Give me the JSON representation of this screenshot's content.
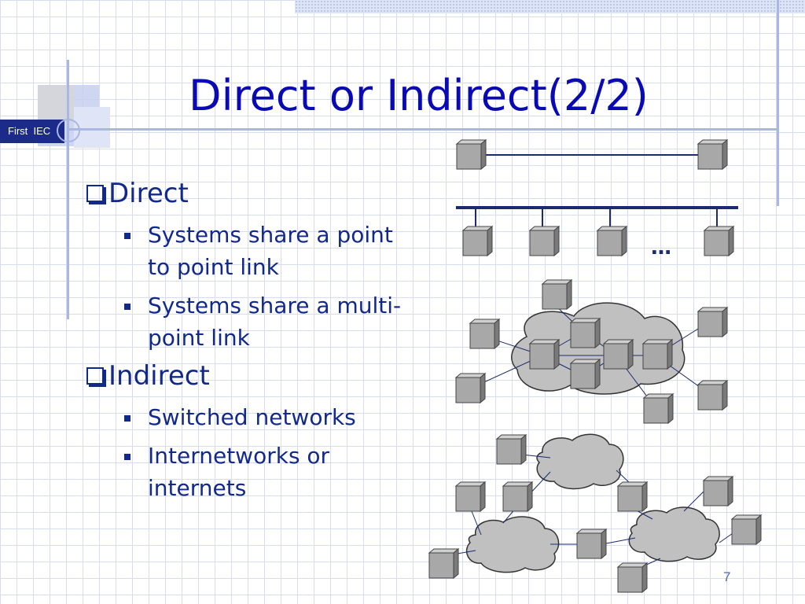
{
  "brand": {
    "badge": "First  IEC"
  },
  "title": "Direct or Indirect(2/2)",
  "bullets": [
    {
      "label": "Direct",
      "sub": [
        "Systems share a point to point link",
        "Systems share a multi-point link"
      ]
    },
    {
      "label": "Indirect",
      "sub": [
        "Switched networks",
        "Internetworks or internets"
      ]
    }
  ],
  "diagram": {
    "ellipsis": "…"
  },
  "page_number": "7",
  "colors": {
    "title": "#0a0ab4",
    "text": "#12298c",
    "node_fill": "#a8a8a8",
    "cloud_fill": "#c0c0c0",
    "link": "#1c2a6e"
  }
}
